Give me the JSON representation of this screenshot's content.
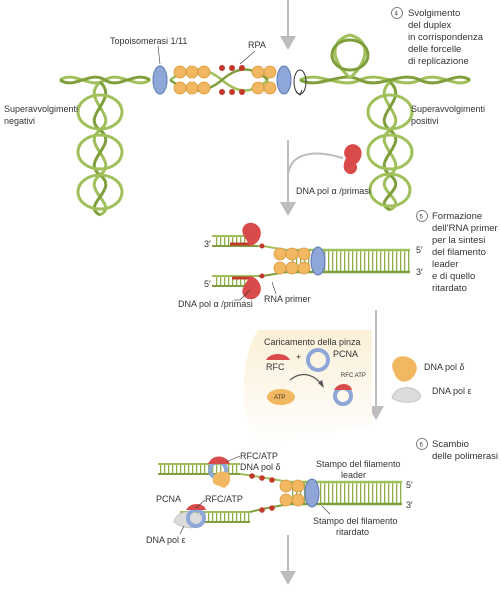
{
  "colors": {
    "dna_green": "#b9d27a",
    "dna_green_dark": "#7f9f3c",
    "helicase_orange": "#f2b861",
    "polymerase_red": "#d94b4b",
    "rna_primer_red": "#c0392b",
    "topoisomerase_blue": "#8ea6d8",
    "arrow_gray": "#bdbdbd",
    "panel_beige": "#fbf0d7"
  },
  "steps": [
    {
      "number": "4",
      "lines": [
        "Svolgimento",
        "del duplex",
        "in corrispondenza",
        "delle forcelle",
        "di replicazione"
      ]
    },
    {
      "number": "5",
      "lines": [
        "Formazione",
        "dell'RNA primer",
        "per la sintesi",
        "del filamento",
        "leader",
        "e di quello",
        "ritardato"
      ]
    },
    {
      "number": "6",
      "lines": [
        "Scambio",
        "delle polimerasi"
      ]
    }
  ],
  "labels": {
    "topoisomerasi": "Topoisomerasi 1/11",
    "rpa": "RPA",
    "superavv_neg": [
      "Superavvolgimenti",
      "negativi"
    ],
    "superavv_pos": "Superavvolgimenti",
    "positivi": "positivi",
    "dna_pol_alpha_1": "DNA pol α /primasi",
    "dna_pol_alpha_2": "DNA pol α /primasi",
    "rna_primer": "RNA primer",
    "prime3_a": "3′",
    "prime5_a": "5′",
    "prime5_b": "5′",
    "prime3_b": "3′",
    "prime5_c": "5′",
    "prime3_c": "3′",
    "caricamento": "Caricamento della pinza",
    "rfc": "RFC",
    "plus": "+",
    "pcna": "PCNA",
    "rfc_atp": "RFC ATP",
    "atp": "ATP",
    "dna_pol_delta": "DNA pol δ",
    "dna_pol_epsilon": "DNA pol ε",
    "rfc_atp_2": "RFC/ATP",
    "dna_pol_delta_2": "DNA pol δ",
    "stampo_leader": [
      "Stampo del filamento",
      "leader"
    ],
    "pcna_2": "PCNA",
    "rfc_atp_3": "RFC/ATP",
    "stampo_ritardato": [
      "Stampo del filamento",
      "ritardato"
    ],
    "dna_pol_epsilon_2": "DNA pol ε"
  }
}
